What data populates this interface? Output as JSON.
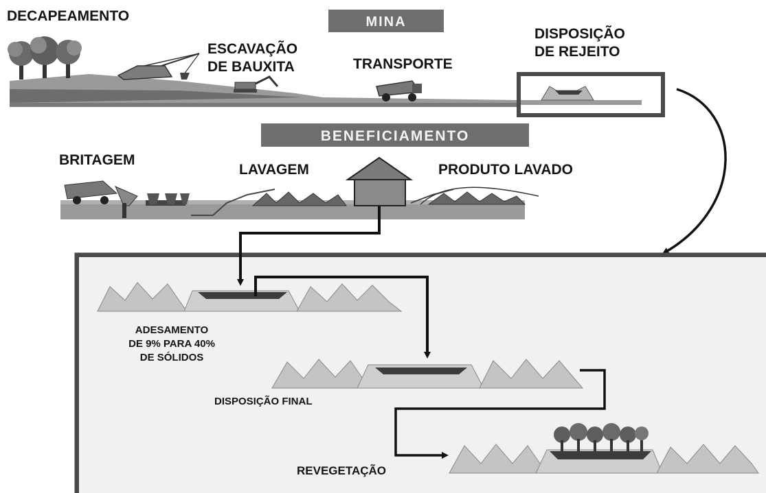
{
  "sections": {
    "mina": "MINA",
    "beneficiamento": "BENEFICIAMENTO"
  },
  "mine_stages": {
    "decapeamento": "DECAPEAMENTO",
    "escavacao_line1": "ESCAVAÇÃO",
    "escavacao_line2": "DE BAUXITA",
    "transporte": "TRANSPORTE",
    "disposicao_rejeito_line1": "DISPOSIÇÃO",
    "disposicao_rejeito_line2": "DE REJEITO"
  },
  "processing_stages": {
    "britagem": "BRITAGEM",
    "lavagem": "LAVAGEM",
    "produto_lavado": "PRODUTO LAVADO"
  },
  "tailings_steps": {
    "adensamento_line1": "ADESAMENTO",
    "adensamento_line2": "DE 9% PARA 40%",
    "adensamento_line3": "DE SÓLIDOS",
    "disposicao_final": "DISPOSIÇÃO FINAL",
    "revegetacao": "REVEGETAÇÃO"
  },
  "colors": {
    "banner": "#6e6e6e",
    "panel_fill": "#f1f1f1",
    "panel_border": "#4a4a4a",
    "ground": "#9a9a9a",
    "ground_dark": "#5a5a5a",
    "pile": "#c4c4c4",
    "pond": "#3c3c3c",
    "arrow": "#111111"
  }
}
